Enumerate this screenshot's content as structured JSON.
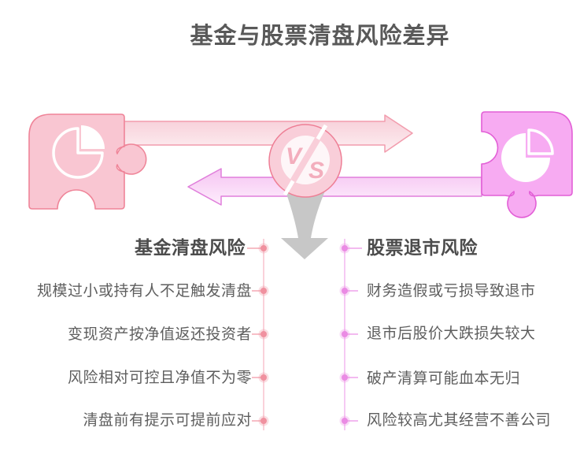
{
  "title": "基金与股票清盘风险差异",
  "vs_badge": {
    "v": "V",
    "s": "S"
  },
  "left": {
    "header": "基金清盘风险",
    "items": [
      "规模过小或持有人不足触发清盘",
      "变现资产按净值返还投资者",
      "风险相对可控且净值不为零",
      "清盘前有提示可提前应对"
    ]
  },
  "right": {
    "header": "股票退市风险",
    "items": [
      "财务造假或亏损导致退市",
      "退市后股价大跌损失较大",
      "破产清算可能血本无归",
      "风险较高尤其经营不善公司"
    ]
  },
  "icons": {
    "left_puzzle": "puzzle-piece-with-pie-chart",
    "right_puzzle": "puzzle-piece-with-pie-chart",
    "center": "vs-lightning-badge",
    "down": "down-arrow"
  },
  "colors": {
    "title_text": "#595959",
    "header_text": "#4c4c4c",
    "item_text": "#5e5e5e",
    "pink_fill": "#f9c6d2",
    "pink_stroke": "#ef8498",
    "pink_dot": "#f0919f",
    "magenta_fill": "#f7abf2",
    "magenta_stroke": "#e25fd6",
    "magenta_dot": "#ea8be4",
    "vs_fill": "#f9ced9",
    "vs_stroke": "#ee7e95",
    "gray_arrow": "#c7c7c7",
    "background": "#ffffff"
  }
}
